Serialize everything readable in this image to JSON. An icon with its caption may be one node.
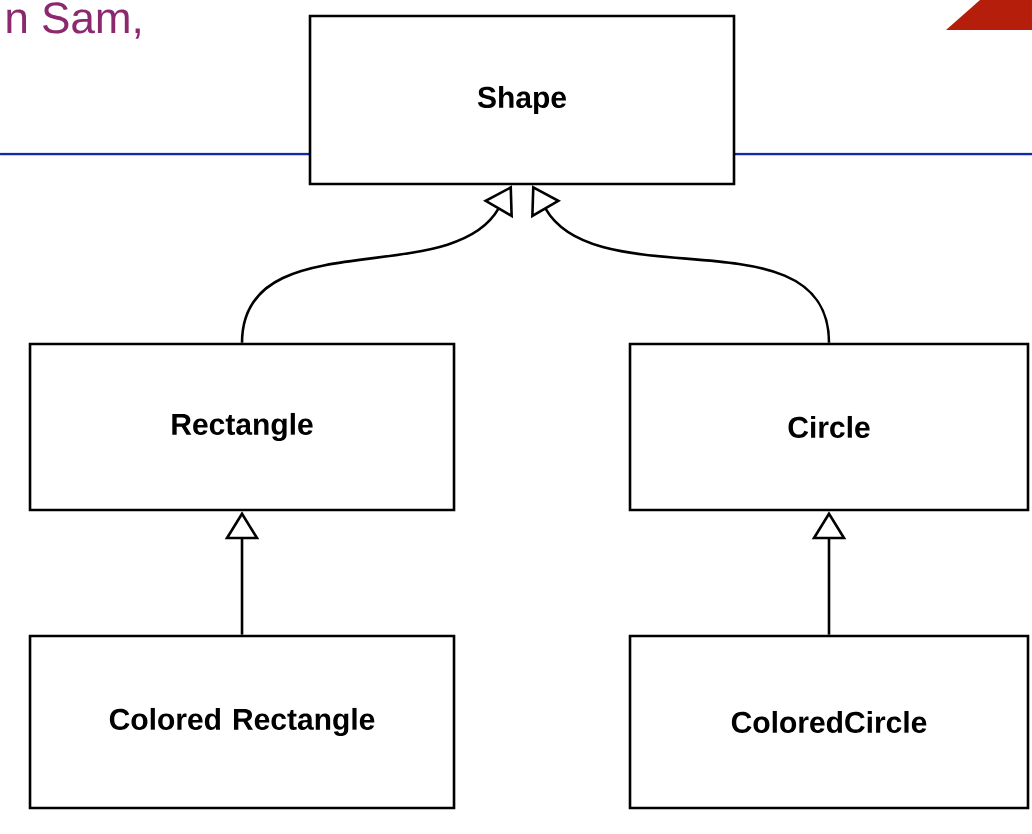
{
  "diagram": {
    "nodes": [
      {
        "text": [
          "Shape"
        ]
      },
      {
        "text": [
          "Rectangle"
        ]
      },
      {
        "text": [
          "Circle"
        ]
      },
      {
        "text": [
          "Colored Rectangle"
        ]
      },
      {
        "text": [
          "ColoredCircle"
        ]
      }
    ],
    "edges": [
      {
        "from": 1,
        "to": 0,
        "arrow": "to"
      },
      {
        "from": 2,
        "to": 0,
        "arrow": "to"
      },
      {
        "from": 3,
        "to": 1,
        "arrow": "to"
      },
      {
        "from": 4,
        "to": 2,
        "arrow": "to"
      }
    ],
    "labels": [
      "n Sam,"
    ]
  }
}
